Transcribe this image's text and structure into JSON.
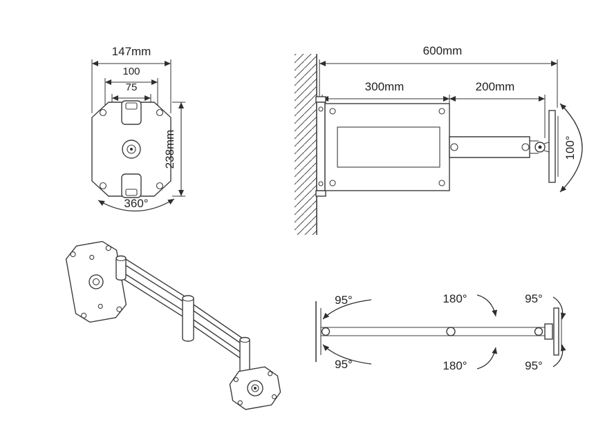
{
  "diagram": {
    "front_view": {
      "width": "147mm",
      "vesa_width": "100",
      "vesa_inner": "75",
      "height": "238mm",
      "rotation": "360°"
    },
    "side_view": {
      "total_length": "600mm",
      "arm1_length": "300mm",
      "arm2_length": "200mm",
      "tilt_angle": "100°"
    },
    "top_view": {
      "swivel_wall_top": "95°",
      "swivel_mid_top": "180°",
      "swivel_head_top": "95°",
      "swivel_wall_bottom": "95°",
      "swivel_mid_bottom": "180°",
      "swivel_head_bottom": "95°"
    },
    "colors": {
      "line": "#3b3b3b",
      "text": "#222222",
      "background": "#ffffff"
    }
  }
}
